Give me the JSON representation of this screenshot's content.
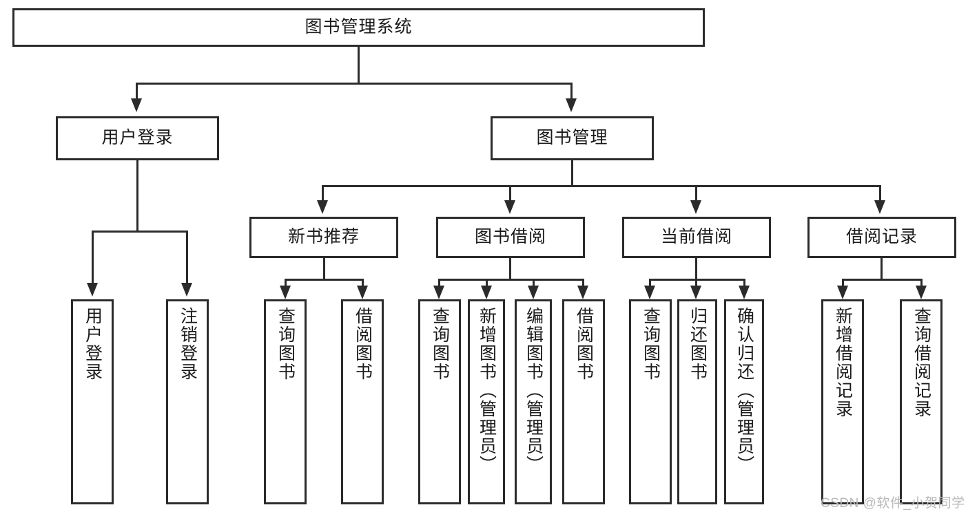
{
  "diagram": {
    "type": "tree",
    "title": "图书管理系统",
    "root": {
      "label": "图书管理系统"
    },
    "level2": [
      {
        "label": "用户登录"
      },
      {
        "label": "图书管理"
      }
    ],
    "level3": [
      {
        "label": "新书推荐"
      },
      {
        "label": "图书借阅"
      },
      {
        "label": "当前借阅"
      },
      {
        "label": "借阅记录"
      }
    ],
    "leaves": {
      "user_login": [
        {
          "label": "用户登录"
        },
        {
          "label": "注销登录"
        }
      ],
      "new_book_recommend": [
        {
          "label": "查询图书"
        },
        {
          "label": "借阅图书"
        }
      ],
      "book_borrow": [
        {
          "label": "查询图书"
        },
        {
          "label": "新增图书（管理员）"
        },
        {
          "label": "编辑图书（管理员）"
        },
        {
          "label": "借阅图书"
        }
      ],
      "current_borrow": [
        {
          "label": "查询图书"
        },
        {
          "label": "归还图书"
        },
        {
          "label": "确认归还（管理员）"
        }
      ],
      "borrow_record": [
        {
          "label": "新增借阅记录"
        },
        {
          "label": "查询借阅记录"
        }
      ]
    }
  },
  "watermark": {
    "text": "CSDN @软件_小贺同学"
  },
  "colors": {
    "stroke": "#2b2b2b",
    "background": "#ffffff",
    "text": "#1b1b1b",
    "watermark": "#b9b9b9"
  }
}
